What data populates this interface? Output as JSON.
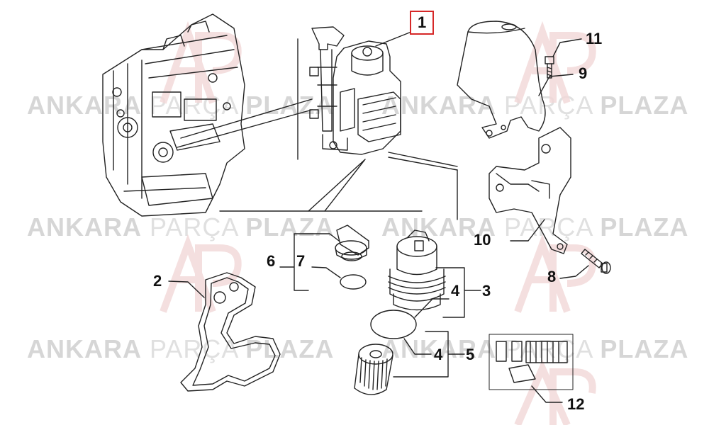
{
  "watermark": {
    "brand_bold_1": "ANKARA",
    "brand_light": "PARÇA",
    "brand_bold_2": "PLAZA",
    "logo_letters": "AP"
  },
  "callouts": {
    "p1": "1",
    "p2": "2",
    "p3": "3",
    "p4a": "4",
    "p4b": "4",
    "p5": "5",
    "p6": "6",
    "p7": "7",
    "p8": "8",
    "p9": "9",
    "p10": "10",
    "p11": "11",
    "p12": "12"
  },
  "highlight_color": "#d62828"
}
